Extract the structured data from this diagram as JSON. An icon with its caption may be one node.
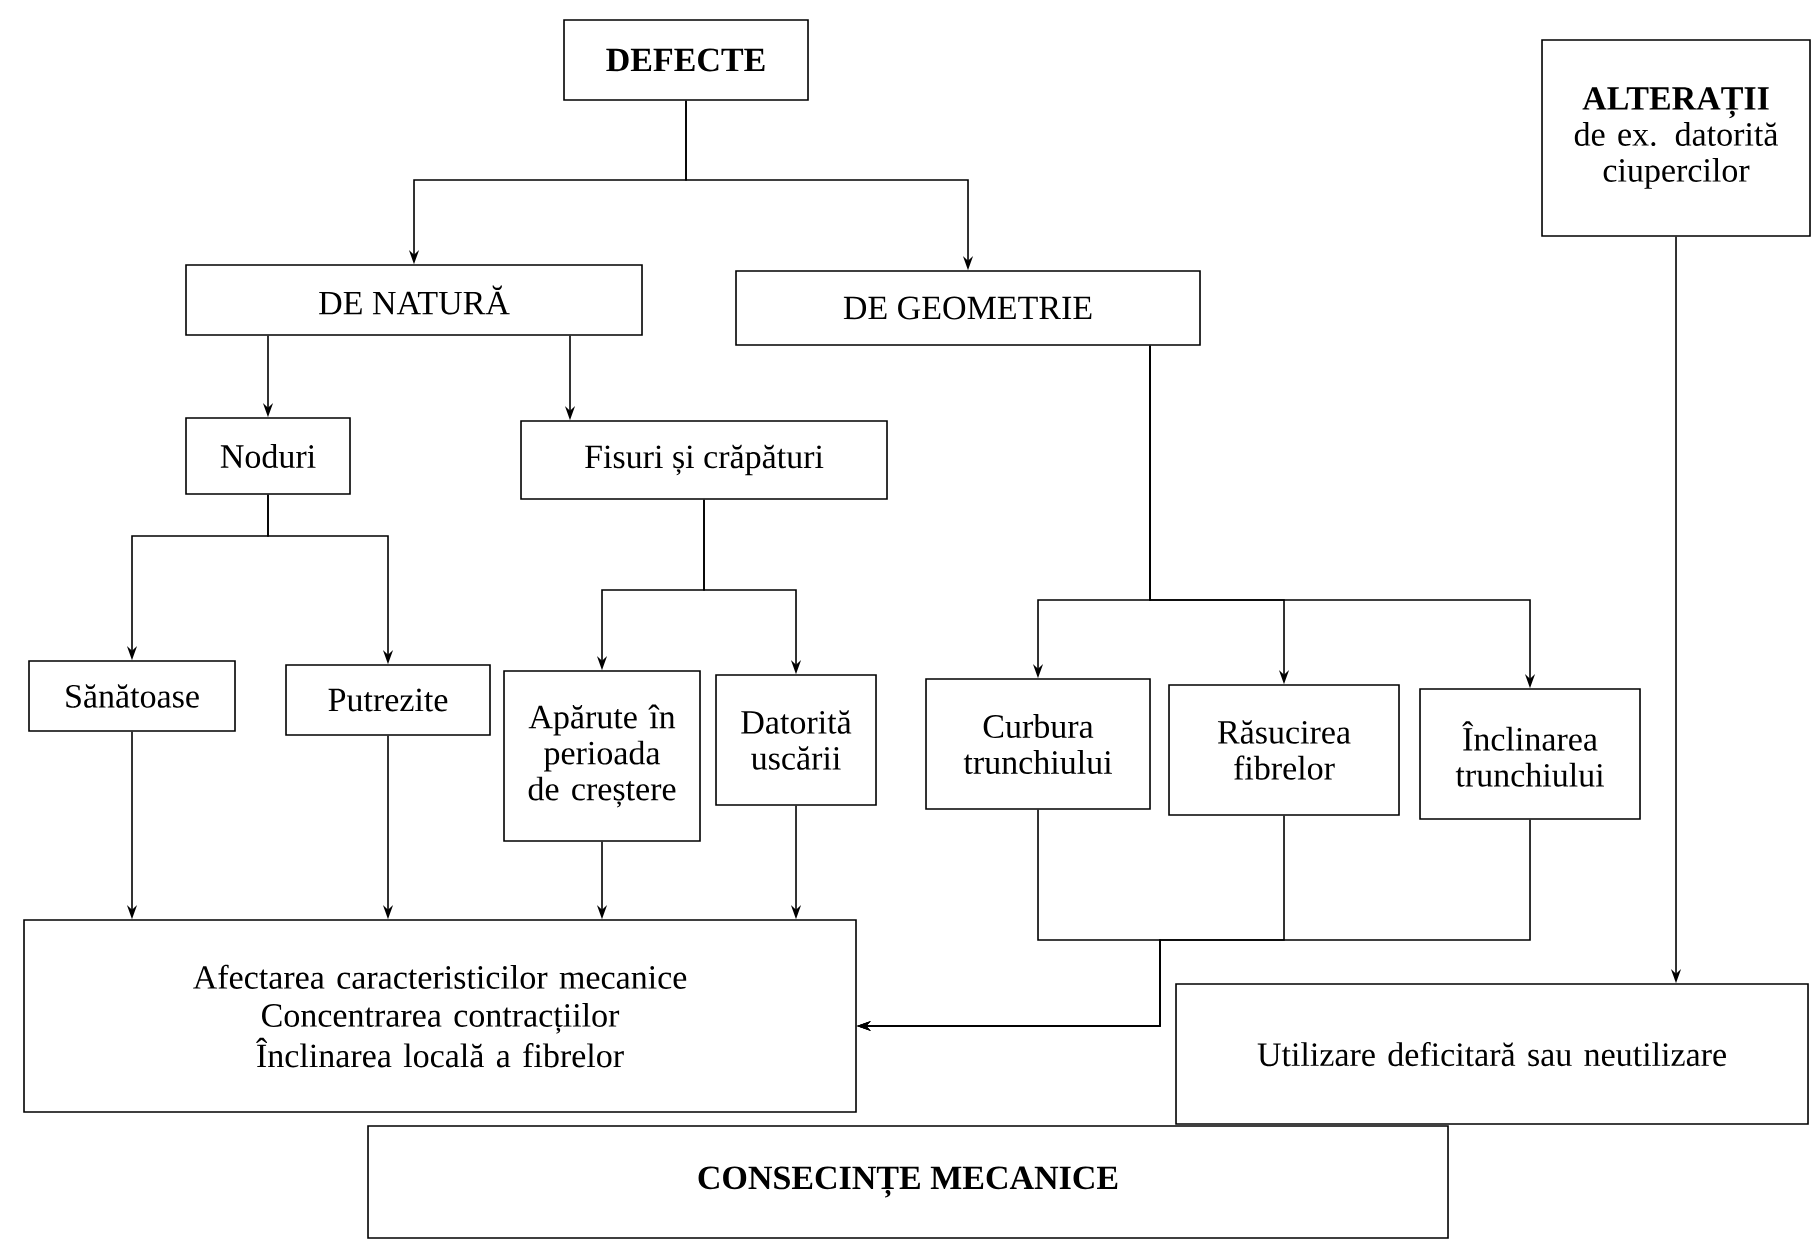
{
  "diagram": {
    "nodes": [
      {
        "text": [
          "DEFECTE"
        ]
      },
      {
        "text": [
          "ALTERAȚII",
          "de ex. datorită ciupercilor"
        ]
      },
      {
        "text": [
          "DE NATURĂ"
        ]
      },
      {
        "text": [
          "DE GEOMETRIE"
        ]
      },
      {
        "text": [
          "Noduri"
        ]
      },
      {
        "text": [
          "Fisuri și crăpături"
        ]
      },
      {
        "text": [
          "Sănătoase"
        ]
      },
      {
        "text": [
          "Putrezite"
        ]
      },
      {
        "text": [
          "Apărute în perioada de creștere"
        ]
      },
      {
        "text": [
          "Datorită uscării"
        ]
      },
      {
        "text": [
          "Curbura trunchiului"
        ]
      },
      {
        "text": [
          "Răsucirea fibrelor"
        ]
      },
      {
        "text": [
          "Înclinarea trunchiului"
        ]
      },
      {
        "text": [
          "Afectarea caracteristicilor mecanice",
          "Concentrarea contracțiilor",
          "Înclinarea locală a fibrelor"
        ]
      },
      {
        "text": [
          "Utilizare deficitară sau neutilizare"
        ]
      },
      {
        "text": [
          "CONSECINȚE MECANICE"
        ]
      }
    ],
    "edges": [
      {
        "from": 0,
        "to": 2,
        "arrow": "to"
      },
      {
        "from": 0,
        "to": 3,
        "arrow": "to"
      },
      {
        "from": 2,
        "to": 4,
        "arrow": "to"
      },
      {
        "from": 2,
        "to": 5,
        "arrow": "to"
      },
      {
        "from": 4,
        "to": 6,
        "arrow": "to"
      },
      {
        "from": 4,
        "to": 7,
        "arrow": "to"
      },
      {
        "from": 5,
        "to": 8,
        "arrow": "to"
      },
      {
        "from": 5,
        "to": 9,
        "arrow": "to"
      },
      {
        "from": 3,
        "to": 10,
        "arrow": "to"
      },
      {
        "from": 3,
        "to": 11,
        "arrow": "to"
      },
      {
        "from": 3,
        "to": 12,
        "arrow": "to"
      },
      {
        "from": 6,
        "to": 13,
        "arrow": "to"
      },
      {
        "from": 7,
        "to": 13,
        "arrow": "to"
      },
      {
        "from": 8,
        "to": 13,
        "arrow": "to"
      },
      {
        "from": 9,
        "to": 13,
        "arrow": "to"
      },
      {
        "from": 10,
        "to": 13,
        "arrow": "to"
      },
      {
        "from": 11,
        "to": 13,
        "arrow": "to"
      },
      {
        "from": 12,
        "to": 13,
        "arrow": "to"
      },
      {
        "from": 1,
        "to": 14,
        "arrow": "to"
      }
    ]
  }
}
